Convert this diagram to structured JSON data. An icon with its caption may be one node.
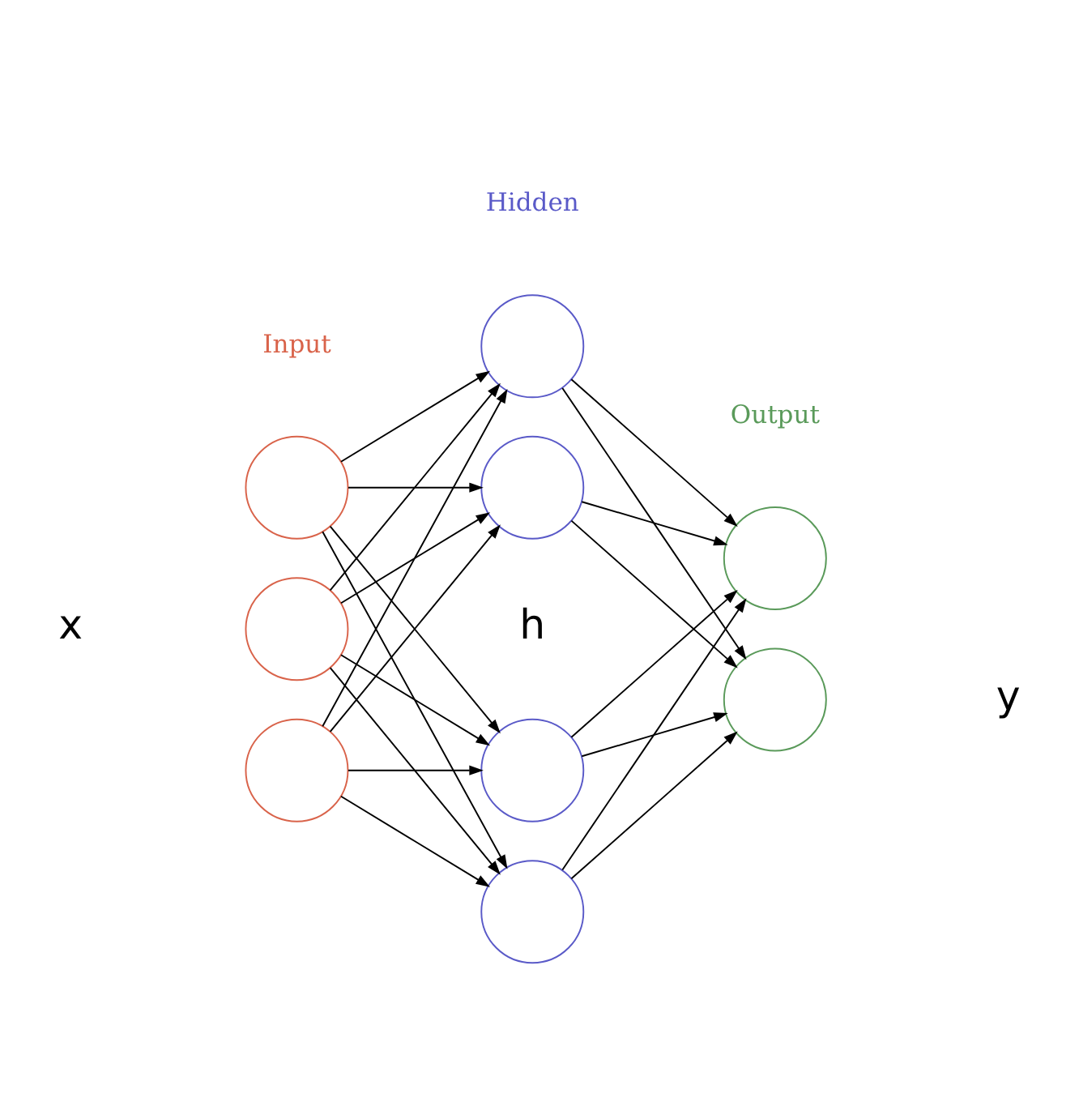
{
  "diagram": {
    "nodes": [
      {
        "text": [],
        "shape": "circle"
      },
      {
        "text": [],
        "shape": "circle"
      },
      {
        "text": [],
        "shape": "circle"
      },
      {
        "text": [],
        "shape": "circle"
      },
      {
        "text": [],
        "shape": "circle"
      },
      {
        "text": [],
        "shape": "circle"
      },
      {
        "text": [],
        "shape": "circle"
      },
      {
        "text": [],
        "shape": "circle"
      },
      {
        "text": [],
        "shape": "circle"
      }
    ],
    "edges": [
      {
        "from": 0,
        "to": 3,
        "arrow": "to"
      },
      {
        "from": 0,
        "to": 4,
        "arrow": "to"
      },
      {
        "from": 0,
        "to": 5,
        "arrow": "to"
      },
      {
        "from": 0,
        "to": 6,
        "arrow": "to"
      },
      {
        "from": 1,
        "to": 3,
        "arrow": "to"
      },
      {
        "from": 1,
        "to": 4,
        "arrow": "to"
      },
      {
        "from": 1,
        "to": 5,
        "arrow": "to"
      },
      {
        "from": 1,
        "to": 6,
        "arrow": "to"
      },
      {
        "from": 2,
        "to": 3,
        "arrow": "to"
      },
      {
        "from": 2,
        "to": 4,
        "arrow": "to"
      },
      {
        "from": 2,
        "to": 5,
        "arrow": "to"
      },
      {
        "from": 2,
        "to": 6,
        "arrow": "to"
      },
      {
        "from": 3,
        "to": 7,
        "arrow": "to"
      },
      {
        "from": 3,
        "to": 8,
        "arrow": "to"
      },
      {
        "from": 4,
        "to": 7,
        "arrow": "to"
      },
      {
        "from": 4,
        "to": 8,
        "arrow": "to"
      },
      {
        "from": 5,
        "to": 7,
        "arrow": "to"
      },
      {
        "from": 5,
        "to": 8,
        "arrow": "to"
      },
      {
        "from": 6,
        "to": 7,
        "arrow": "to"
      },
      {
        "from": 6,
        "to": 8,
        "arrow": "to"
      }
    ],
    "labels": [
      "Hidden",
      "Input",
      "Output",
      "x",
      "h",
      "y"
    ]
  }
}
